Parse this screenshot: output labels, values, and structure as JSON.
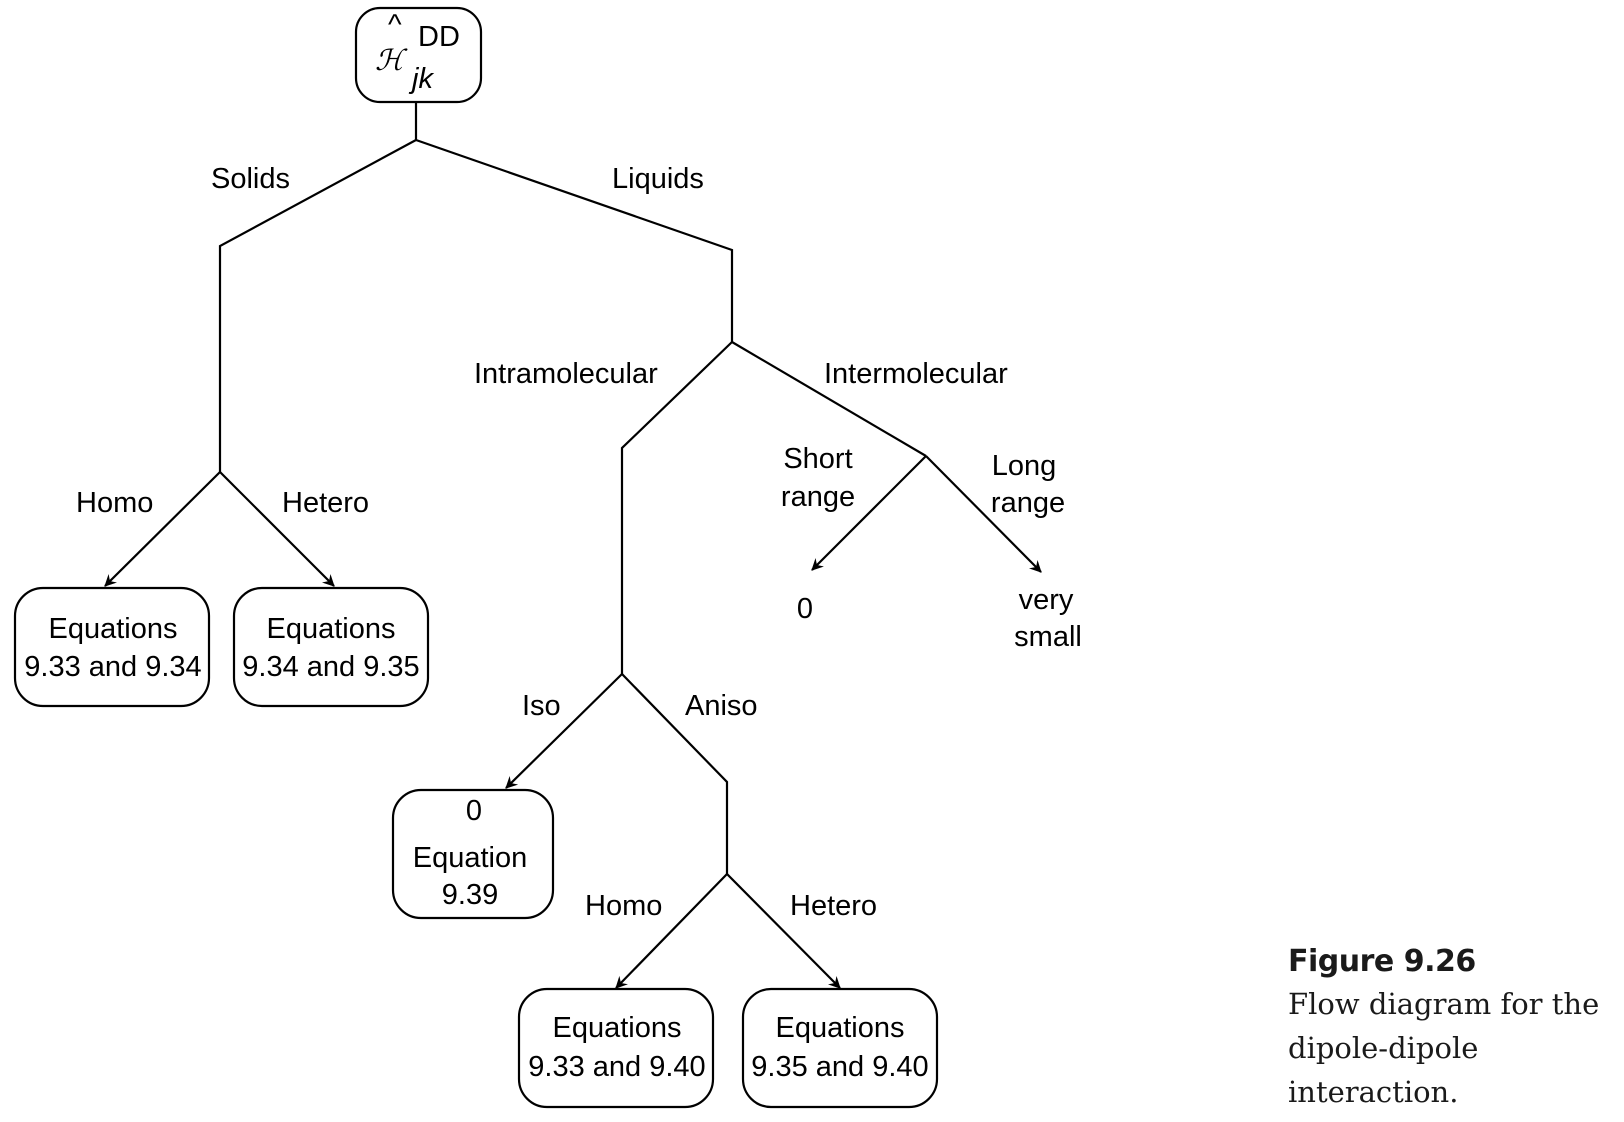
{
  "root": {
    "script_symbol": "ℋ",
    "hat": "^",
    "superscript": "DD",
    "subscript": "jk"
  },
  "branches": {
    "solids": "Solids",
    "liquids": "Liquids",
    "intramolecular": "Intramolecular",
    "intermolecular": "Intermolecular",
    "short_range": [
      "Short",
      "range"
    ],
    "long_range": [
      "Long",
      "range"
    ],
    "solids_homo": "Homo",
    "solids_hetero": "Hetero",
    "iso": "Iso",
    "aniso": "Aniso",
    "aniso_homo": "Homo",
    "aniso_hetero": "Hetero"
  },
  "leaves": {
    "solids_homo_box": [
      "Equations",
      "9.33 and 9.34"
    ],
    "solids_hetero_box": [
      "Equations",
      "9.34 and 9.35"
    ],
    "short_range_value": "0",
    "long_range_value": [
      "very",
      "small"
    ],
    "iso_box": [
      "0",
      "Equation",
      "9.39"
    ],
    "aniso_homo_box": [
      "Equations",
      "9.33 and 9.40"
    ],
    "aniso_hetero_box": [
      "Equations",
      "9.35 and 9.40"
    ]
  },
  "caption": {
    "figure_number": "Figure 9.26",
    "lines": [
      "Flow diagram for the",
      "dipole-dipole",
      "interaction."
    ]
  }
}
